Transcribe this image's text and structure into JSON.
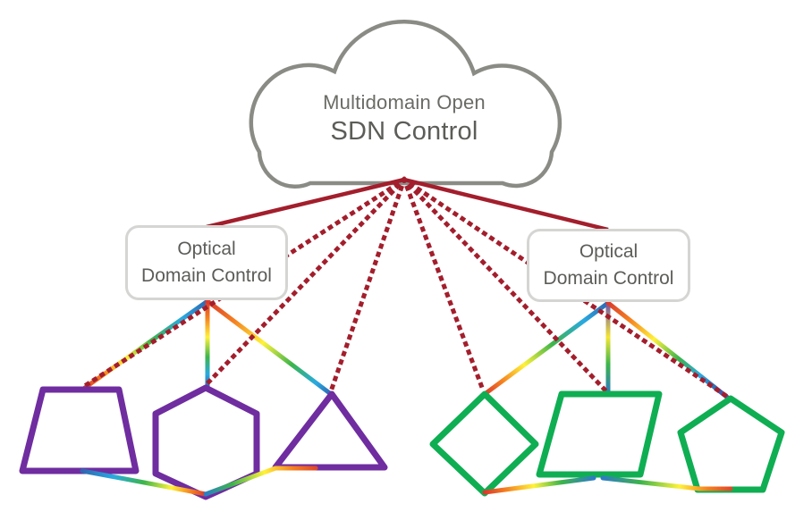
{
  "cloud": {
    "title_line1": "Multidomain Open",
    "title_line2": "SDN Control"
  },
  "controllers": {
    "left": {
      "line1": "Optical",
      "line2": "Domain Control"
    },
    "right": {
      "line1": "Optical",
      "line2": "Domain Control"
    }
  },
  "network": {
    "left_domain_shapes": [
      "trapezoid",
      "hexagon",
      "triangle"
    ],
    "right_domain_shapes": [
      "diamond",
      "parallelogram",
      "pentagon"
    ],
    "cloud_links_solid": [
      "cloud to left optical domain control",
      "cloud to right optical domain control"
    ],
    "cloud_links_dotted": [
      "trapezoid",
      "hexagon",
      "triangle",
      "diamond",
      "parallelogram",
      "pentagon"
    ]
  },
  "colors": {
    "control_link": "#a31e2c",
    "cloud_border": "#8b8b85",
    "left_domain": "#6f2da0",
    "right_domain": "#0fae53",
    "node_border": "#d5d5d3",
    "label_text": "#5c5c58"
  }
}
